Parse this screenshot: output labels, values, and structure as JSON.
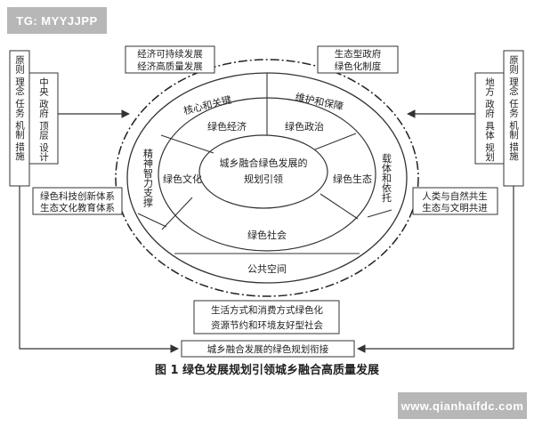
{
  "watermark_top": "TG: MYYJJPP",
  "watermark_bottom": "www.qianhaifdc.com",
  "caption": "图 1  绿色发展规划引领城乡融合高质量发展",
  "top_left_box": [
    "经济可持续发展",
    "经济高质量发展"
  ],
  "top_right_box": [
    "生态型政府",
    "绿色化制度"
  ],
  "left_box_mid": [
    "绿色科技创新体系",
    "生态文化教育体系"
  ],
  "right_box_mid": [
    "人类与自然共生",
    "生态与文明共进"
  ],
  "bottom_box": [
    "生活方式和消费方式绿色化",
    "资源节约和环境友好型社会"
  ],
  "bottom_bar": "城乡融合发展的绿色规划衔接",
  "left_outer_column": "原则 理念 任务 机制 措施",
  "left_inner_column": "中央 政府 顶层 设计",
  "right_inner_column": "地方 政府 具体 规划",
  "right_outer_column": "原则 理念 任务 机制 措施",
  "ring_top_left": "核心和关键",
  "ring_top_right": "维护和保障",
  "ring_left": "精神智力支撑",
  "ring_right": "载体和依托",
  "ring_bottom": "公共空间",
  "inner_top_left": "绿色经济",
  "inner_top_right": "绿色政治",
  "inner_left": "绿色文化",
  "inner_right": "绿色生态",
  "inner_bottom": "绿色社会",
  "center": [
    "城乡融合绿色发展的",
    "规划引领"
  ]
}
